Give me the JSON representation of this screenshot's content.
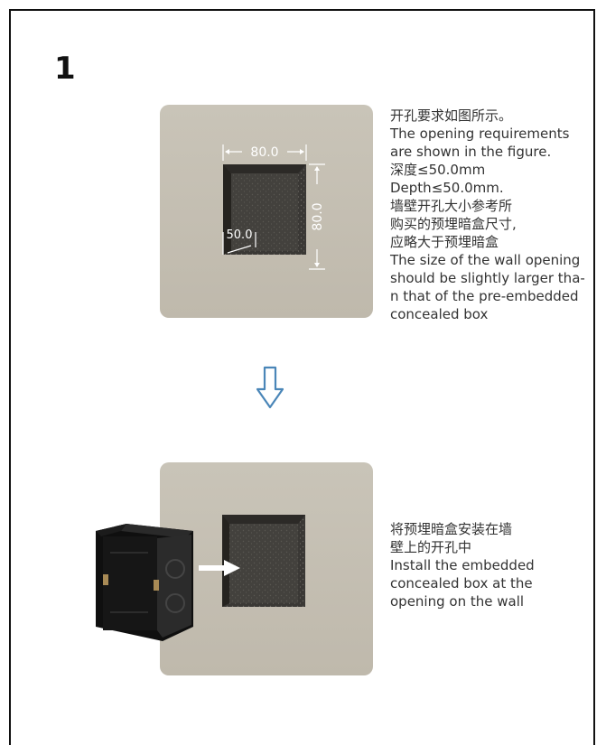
{
  "step": {
    "number": "1"
  },
  "step1": {
    "lines": [
      "开孔要求如图所示。",
      "The opening requirements",
      "are shown in the figure.",
      "深度≤50.0mm",
      "Depth≤50.0mm.",
      "墙壁开孔大小参考所",
      "购买的预埋暗盒尺寸,",
      "应略大于预埋暗盒",
      "The size of the wall opening",
      "should be slightly larger tha-",
      "n that of the pre-embedded",
      "concealed box"
    ],
    "dim_width": "80.0",
    "dim_height": "80.0",
    "dim_depth": "50.0"
  },
  "step2": {
    "lines": [
      "将预埋暗盒安装在墙",
      "壁上的开孔中",
      "Install the embedded",
      "concealed box at the",
      "opening on the wall"
    ]
  },
  "colors": {
    "wall": "#c5c0b3",
    "arrow": "#4a86b8",
    "box": "#1c1c1c"
  },
  "icons": [
    "arrow-down-icon",
    "arrow-right-icon"
  ]
}
